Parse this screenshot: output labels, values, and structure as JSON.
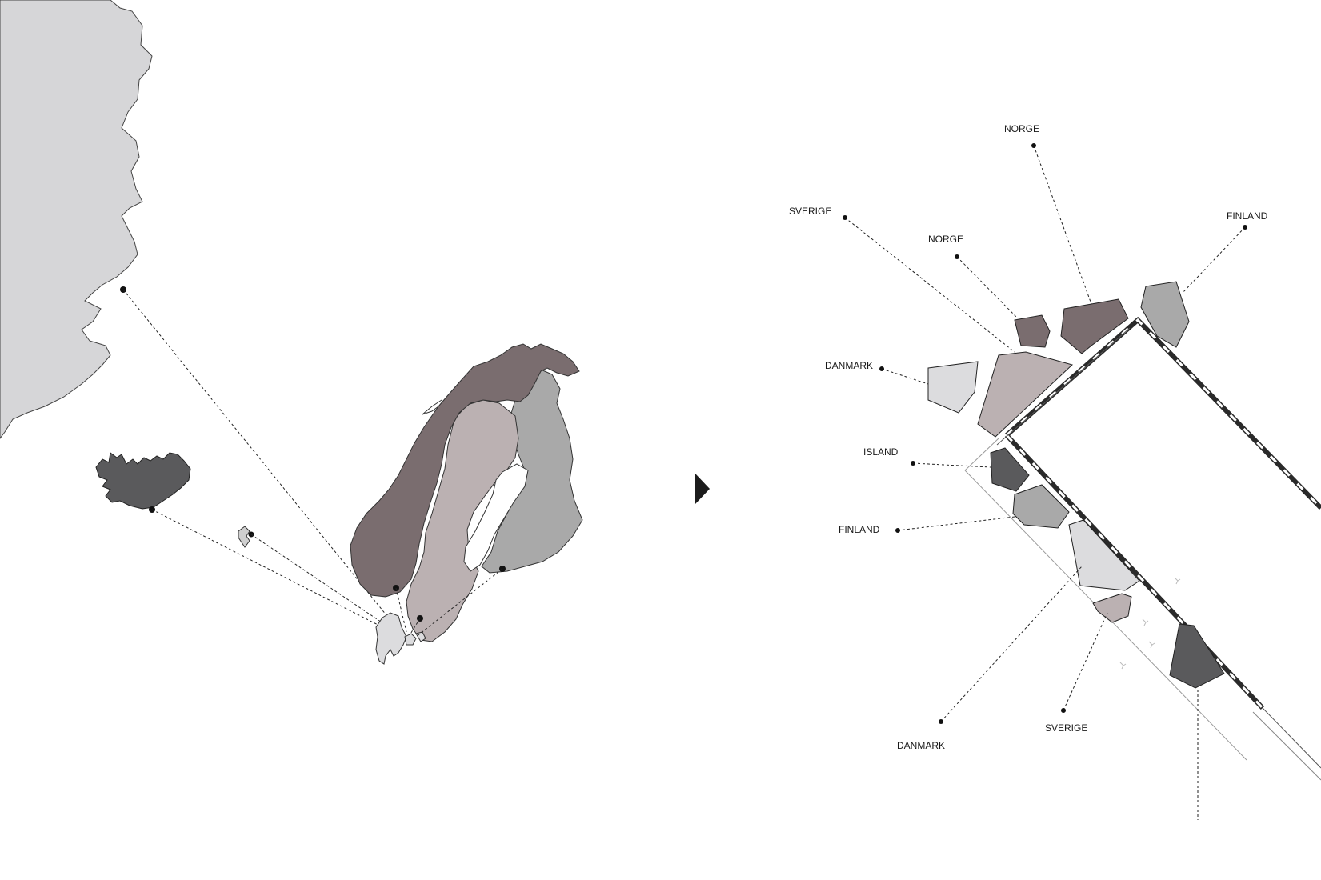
{
  "labels": {
    "norge_top": "NORGE",
    "finland_right": "FINLAND",
    "sverige_left": "SVERIGE",
    "norge_mid": "NORGE",
    "danmark_left": "DANMARK",
    "island": "ISLAND",
    "finland_left": "FINLAND",
    "sverige_bottom": "SVERIGE",
    "danmark_bottom": "DANMARK"
  },
  "icons": {
    "divider": "play-triangle-icon"
  },
  "colors": {
    "greenland": "#d6d6d8",
    "iceland": "#5a5a5c",
    "faroe": "#cfcfcf",
    "norge": "#7a6d6f",
    "sverige": "#bbb1b2",
    "finland": "#a9a9a9",
    "danmark": "#dcdcde",
    "wall": "#2a2a2a"
  }
}
